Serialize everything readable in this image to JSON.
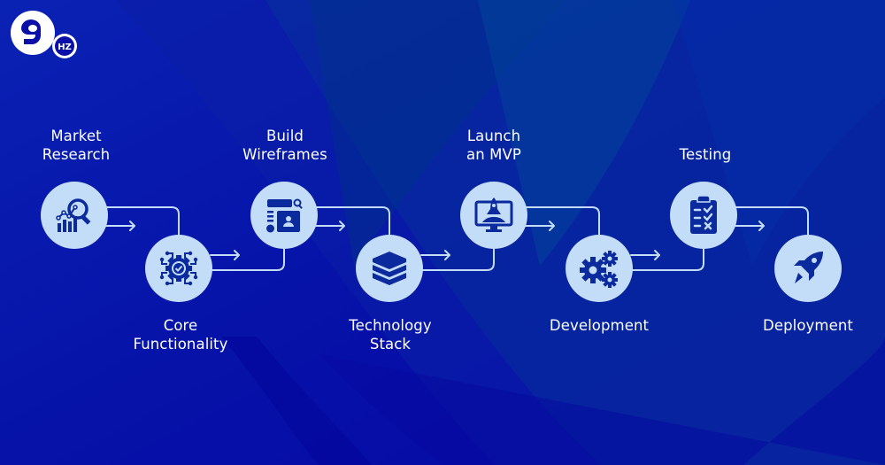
{
  "brand": {
    "logo_main": "9",
    "logo_badge": "HZ"
  },
  "colors": {
    "background": "#0507a8",
    "node_fill": "#c3dcf7",
    "icon_fill": "#0a2a9e",
    "connector": "#c3dcf7",
    "text": "#ffffff"
  },
  "steps": [
    {
      "order": 1,
      "label_line1": "Market",
      "label_line2": "Research",
      "icon": "market-research-chart-magnifier-icon",
      "position": "top"
    },
    {
      "order": 2,
      "label_line1": "Core",
      "label_line2": "Functionality",
      "icon": "gear-circuit-check-icon",
      "position": "bottom"
    },
    {
      "order": 3,
      "label_line1": "Build",
      "label_line2": "Wireframes",
      "icon": "wireframe-layout-icon",
      "position": "top"
    },
    {
      "order": 4,
      "label_line1": "Technology",
      "label_line2": "Stack",
      "icon": "layers-stack-icon",
      "position": "bottom"
    },
    {
      "order": 5,
      "label_line1": "Launch",
      "label_line2": "an MVP",
      "icon": "monitor-rocket-icon",
      "position": "top"
    },
    {
      "order": 6,
      "label_line1": "Development",
      "label_line2": "",
      "icon": "gears-icon",
      "position": "bottom"
    },
    {
      "order": 7,
      "label_line1": "Testing",
      "label_line2": "",
      "icon": "clipboard-checklist-icon",
      "position": "top"
    },
    {
      "order": 8,
      "label_line1": "Deployment",
      "label_line2": "",
      "icon": "rocket-icon",
      "position": "bottom"
    }
  ]
}
